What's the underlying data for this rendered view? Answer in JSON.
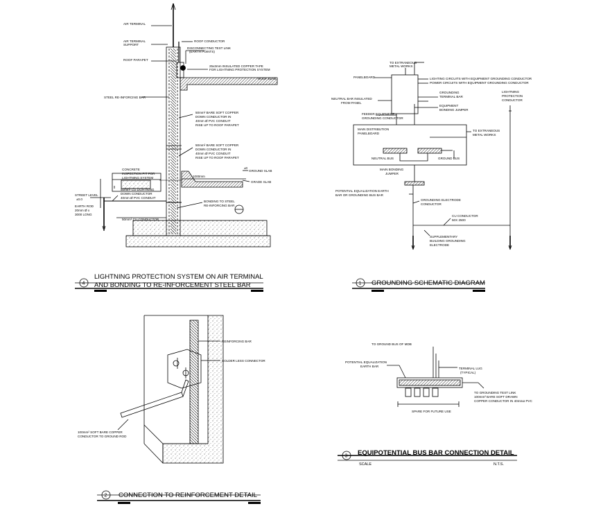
{
  "detail4": {
    "labels": {
      "air_terminal": "AIR TERMINAL",
      "air_terminal_support_1": "AIR TERMINAL",
      "air_terminal_support_2": "SUPPORT",
      "roof_conductor": "ROOF CONDUCTOR",
      "test_link_1": "DISCONNECTING TEST LINK",
      "test_link_2": "(EARTH POINTS)",
      "roof_parapet": "ROOF PARAPET",
      "copper_tape_1": "25x3mm INSULATED COPPER TAPE",
      "copper_tape_2": "FOR LIGHTNING PROTECTION SYSTEM",
      "roof_slab": "ROOF SLAB",
      "steel_bar": "STEEL RE-INFORCING BAR",
      "bare_copper_a_1": "50mm² BARE SOFT COPPER",
      "bare_copper_a_2": "DOWN CONDUCTOR IN",
      "bare_copper_a_3": "40mm Ø PVC CONDUIT",
      "bare_copper_a_4": "RISE UP TO ROOF PARAPET",
      "bare_copper_b_1": "50mm² BARE SOFT COPPER",
      "bare_copper_b_2": "DOWN CONDUCTOR IN",
      "bare_copper_b_3": "40mm Ø PVC CONDUIT",
      "bare_copper_b_4": "RISE UP TO ROOF PARAPET",
      "level_mark": "±0",
      "ground_slab": "GROUND SLAB",
      "grade_slab": "GRADE SLAB",
      "inspection_1": "CONCRETE",
      "inspection_2": "INSPECTION PIT FOR",
      "inspection_3": "LIGHTNING SYSTEM",
      "dimension": "1000mm",
      "street_level_1": "STREET LEVEL",
      "street_level_2": "±0.0",
      "cu_lightning_1": "50mm² CU LIGHTNING",
      "cu_lightning_2": "DOWN CONDUCTOR",
      "cu_lightning_3": "40mm Ø PVC CONDUIT",
      "earth_rod_1": "EARTH ROD",
      "earth_rod_2": "20mm Ø x",
      "earth_rod_3": "3000 LONG",
      "bonding_1": "BONDING TO STEEL",
      "bonding_2": "RE-INFORCING BAR",
      "cu_conductor": "50mm² CU CONDUCTOR"
    },
    "number": "4",
    "title_line1": "LIGHTNING PROTECTION SYSTEM ON AIR TERMINAL",
    "title_line2": "AND BONDING TO RE-INFORCEMENT STEEL BAR"
  },
  "detail1": {
    "labels": {
      "to_extraneous_top_1": "TO EXTRANEOUS",
      "to_extraneous_top_2": "METAL WORKS",
      "panelboard": "PANELBOARD",
      "circuits_1": "LIGHTING CIRCUITS WITH EQUIPMENT GROUNDING CONDUCTOR",
      "circuits_2": "POWER CIRCUITS WITH EQUIPMENT GROUNDING CONDUCTOR",
      "lp_conductor_1": "LIGHTNING",
      "lp_conductor_2": "PROTECTION",
      "lp_conductor_3": "CONDUCTOR",
      "grounding_bar_1": "GROUNDING",
      "grounding_bar_2": "TERMINAL BAR",
      "neutral_bar_1": "NEUTRAL BAR INSULATED",
      "neutral_bar_2": "FROM PANEL",
      "equip_jumper_1": "EQUIPMENT",
      "equip_jumper_2": "BONDING JUMPER",
      "feeder_1": "FEEDER EQUIPMENT",
      "feeder_2": "GROUNDING CONDUCTOR",
      "main_dist_1": "MAIN DISTRIBUTION",
      "main_dist_2": "PANELBOARD",
      "to_extraneous_right_1": "TO EXTRANEOUS",
      "to_extraneous_right_2": "METAL WORKS",
      "neutral_bus": "NEUTRAL BUS",
      "ground_bus": "GROUND BUS",
      "main_jumper_1": "MAIN BONDING",
      "main_jumper_2": "JUMPER",
      "equalization_1": "POTENTIAL EQUALIZATION EARTH",
      "equalization_2": "BAR OR GROUNDING BUS BAR",
      "electrode_conductor_1": "GROUNDING ELECTRODE",
      "electrode_conductor_2": "CONDUCTOR",
      "cu_conductor_1": "CU CONDUCTOR",
      "cu_conductor_2": "50X 2500",
      "supp_electrode_1": "SUPPLEMENTARY",
      "supp_electrode_2": "BUILDING GROUNDING",
      "supp_electrode_3": "ELECTRODE"
    },
    "number": "1",
    "title": "GROUNDING SCHEMATIC DIAGRAM"
  },
  "detail2": {
    "labels": {
      "reinforcing_bar": "REINFORCING BAR",
      "solder_less": "SOLDER LESS CONNECTOR",
      "bare_copper_1": "100mm² SOFT BARE COPPER",
      "bare_copper_2": "CONDUCTOR TO GROUND ROD"
    },
    "number": "2",
    "title": "CONNECTION TO REINFORCEMENT DETAIL"
  },
  "detail3": {
    "labels": {
      "to_ground_bus": "TO GROUND BUS OF MDB",
      "equalization_1": "POTENTIAL EQUALIZATION",
      "equalization_2": "EARTH BAR",
      "terminal_lug_1": "TERMINAL LUG",
      "terminal_lug_2": "(TYPICAL)",
      "test_link_1": "TO GROUNDING TEST LINK",
      "test_link_2": "100mm² BARE SOFT DRAWN",
      "test_link_3": "COPPER CONDUCTOR IN 40mmø PVC",
      "spare": "SPARE FOR FUTURE USE"
    },
    "number": "3",
    "title": "EQUIPOTENTIAL BUS BAR CONNECTION DETAIL",
    "scale_left": "SCALE",
    "scale_right": "N.T.S."
  }
}
